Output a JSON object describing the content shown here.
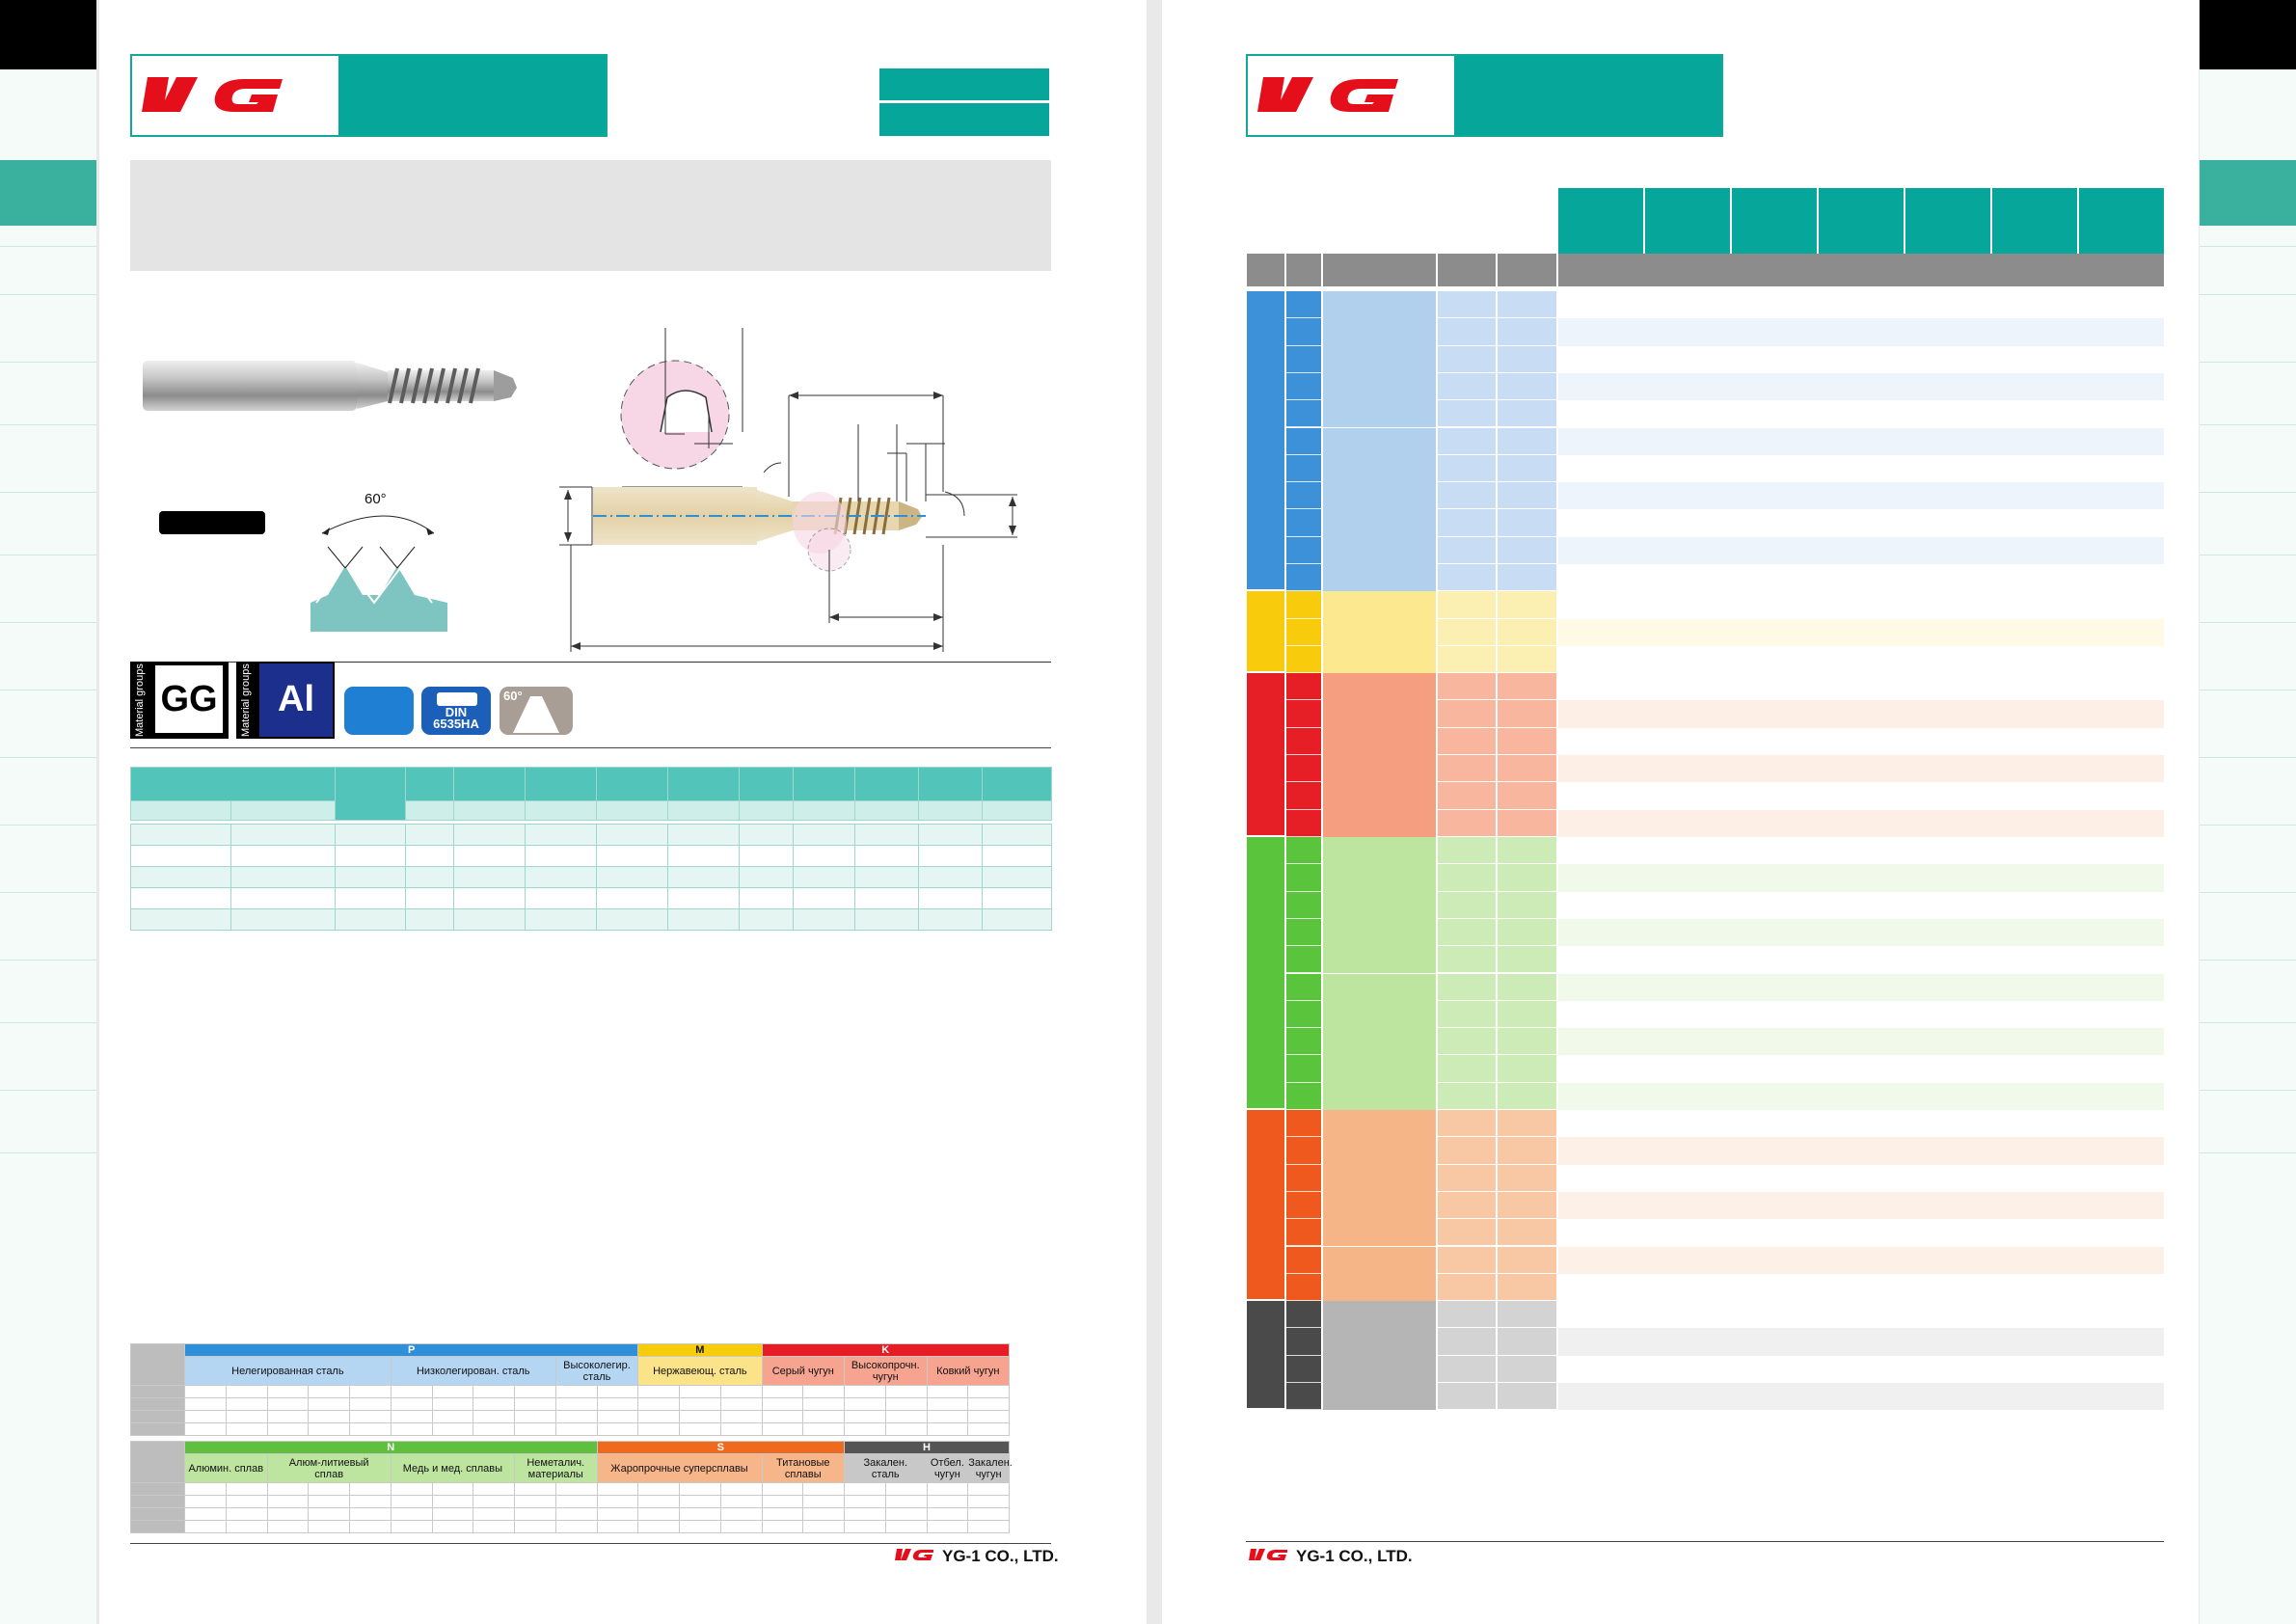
{
  "thread_profile": {
    "angle_label": "60°"
  },
  "material_groups": {
    "caption": "Material groups",
    "badges": [
      {
        "code": "GG",
        "bg": "#ffffff",
        "fg": "#000000"
      },
      {
        "code": "Al",
        "bg": "#1d2f8c",
        "fg": "#ffffff"
      }
    ]
  },
  "standard_icons": [
    {
      "name": "blue",
      "lines": []
    },
    {
      "name": "din",
      "lines": [
        "DIN",
        "6535HA"
      ]
    },
    {
      "name": "angle",
      "lines": [
        "60°"
      ]
    }
  ],
  "material_table": {
    "top": {
      "label_col": "",
      "groups": [
        {
          "code": "P",
          "color": "#2f8fd8"
        },
        {
          "code": "M",
          "color": "#f5cd0c"
        },
        {
          "code": "K",
          "color": "#e71d25"
        }
      ],
      "subgroups": [
        {
          "label": "Нелегированная сталь",
          "lines": [
            "Нелегированная сталь"
          ],
          "color": "#b5d6f2"
        },
        {
          "label": "Низколегирован. сталь",
          "lines": [
            "Низколегирован. сталь"
          ],
          "color": "#b5d6f2"
        },
        {
          "label": "Высоколегир. сталь",
          "lines": [
            "Высоколегир.",
            "сталь"
          ],
          "color": "#b5d6f2"
        },
        {
          "label": "Нержавеющ. сталь",
          "lines": [
            "Нержавеющ. сталь"
          ],
          "color": "#fbe38a"
        },
        {
          "label": "Серый чугун",
          "lines": [
            "Серый чугун"
          ],
          "color": "#f6a490"
        },
        {
          "label": "Высокопрочн. чугун",
          "lines": [
            "Высокопрочн.",
            "чугун"
          ],
          "color": "#f6a490"
        },
        {
          "label": "Ковкий чугун",
          "lines": [
            "Ковкий чугун"
          ],
          "color": "#f6a490"
        }
      ]
    },
    "bottom": {
      "groups": [
        {
          "code": "N",
          "color": "#5ec03d"
        },
        {
          "code": "S",
          "color": "#f06a1e"
        },
        {
          "code": "H",
          "color": "#555555"
        }
      ],
      "subgroups": [
        {
          "label": "Алюмин. сплав",
          "lines": [
            "Алюмин. сплав"
          ],
          "color": "#bde59f"
        },
        {
          "label": "Алюм-литиевый сплав",
          "lines": [
            "Алюм-литиевый",
            "сплав"
          ],
          "color": "#bde59f"
        },
        {
          "label": "Медь и мед. сплавы",
          "lines": [
            "Медь и мед. сплавы"
          ],
          "color": "#bde59f"
        },
        {
          "label": "Неметалич. материалы",
          "lines": [
            "Неметалич.",
            "материалы"
          ],
          "color": "#bde59f"
        },
        {
          "label": "Жаропрочные суперсплавы",
          "lines": [
            "Жаропрочные суперсплавы"
          ],
          "color": "#f7b58a"
        },
        {
          "label": "Титановые сплавы",
          "lines": [
            "Титановые",
            "сплавы"
          ],
          "color": "#f7b58a"
        },
        {
          "label": "Закален. сталь",
          "lines": [
            "Закален.",
            "сталь"
          ],
          "color": "#c8c8c8"
        },
        {
          "label": "Отбел. чугун",
          "lines": [
            "Отбел.",
            "чугун"
          ],
          "color": "#c8c8c8"
        },
        {
          "label": "Закален. чугун",
          "lines": [
            "Закален.",
            "чугун"
          ],
          "color": "#c8c8c8"
        }
      ]
    }
  },
  "footer": {
    "company": "YG-1 CO., LTD."
  },
  "colors": {
    "teal": "#06a79a",
    "teal_light": "#52c4b9",
    "logo_red": "#e50f1b",
    "P": "#3d91d9",
    "M": "#f8cb0d",
    "K": "#e61e26",
    "N": "#5ac43c",
    "S": "#f0591d",
    "H": "#4a4a4a"
  },
  "cutting_groups": [
    {
      "code": "P",
      "rows": 11,
      "color": "#3d91d9",
      "light": "#b1d0ee",
      "cell": "#c8dcf3",
      "stripe": "#eef4fc"
    },
    {
      "code": "M",
      "rows": 3,
      "color": "#f8cb0d",
      "light": "#fbe88f",
      "cell": "#fcefb2",
      "stripe": "#fefae6"
    },
    {
      "code": "K",
      "rows": 6,
      "color": "#e61e26",
      "light": "#f59f80",
      "cell": "#f8b69f",
      "stripe": "#fdeee6"
    },
    {
      "code": "N",
      "rows": 10,
      "color": "#5ac43c",
      "light": "#bde59f",
      "cell": "#cdebb7",
      "stripe": "#f1f9ea"
    },
    {
      "code": "S",
      "rows": 7,
      "color": "#f0591d",
      "light": "#f6b587",
      "cell": "#f8c8a4",
      "stripe": "#fdf0e6"
    },
    {
      "code": "H",
      "rows": 4,
      "color": "#4a4a4a",
      "light": "#b5b5b5",
      "cell": "#d3d3d3",
      "stripe": "#f0f0f0"
    }
  ]
}
